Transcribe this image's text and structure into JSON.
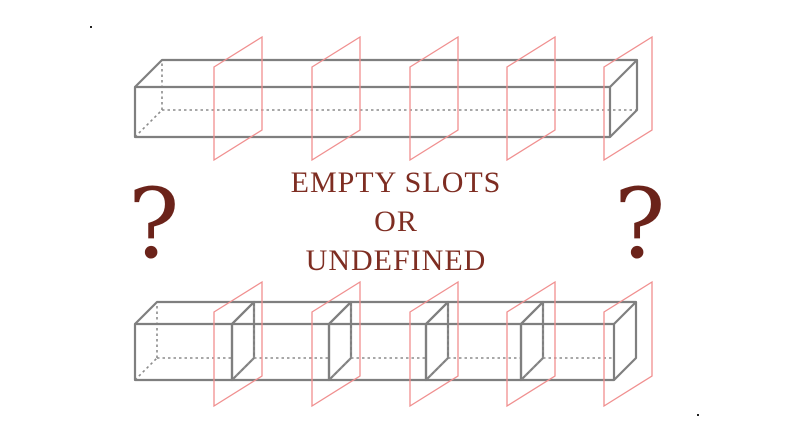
{
  "caption": {
    "line1": "EMPTY SLOTS",
    "line2": "OR",
    "line3": "UNDEFINED"
  },
  "marks": {
    "left": "?",
    "right": "?"
  },
  "colors": {
    "box_stroke": "#7f7f7f",
    "slot_plane": "#f08f8f",
    "caption_text": "#7e2d22",
    "question_mark": "#6b231a"
  },
  "diagram": {
    "top": "single continuous box crossed by five slot planes",
    "bottom": "five separate box segments, each with a slot plane"
  }
}
